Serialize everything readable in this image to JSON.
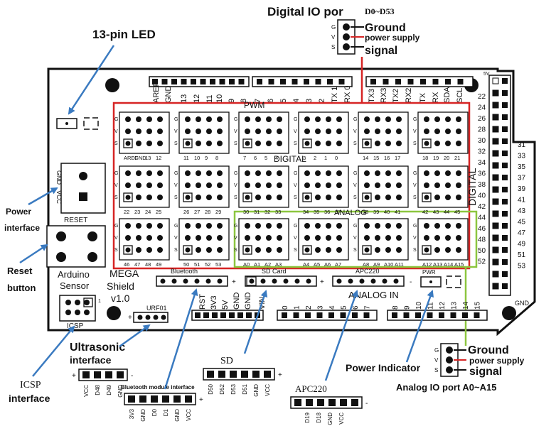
{
  "top_title": {
    "main": "Digital IO por",
    "range": "D0~D53"
  },
  "legend_top": {
    "ground": "Ground",
    "power": "power supply",
    "signal": "signal",
    "g": "G",
    "v": "V",
    "s": "S"
  },
  "legend_bottom": {
    "ground": "Ground",
    "power": "power supply",
    "signal": "signal",
    "g": "G",
    "v": "V",
    "s": "S"
  },
  "callouts": {
    "led": "13-pin LED",
    "power_interface_1": "Power",
    "power_interface_2": "interface",
    "reset_1": "Reset",
    "reset_2": "button",
    "icsp_1": "ICSP",
    "icsp_2": "interface",
    "ultrasonic_1": "Ultrasonic",
    "ultrasonic_2": "interface",
    "bluetooth_module": "Bluetooth module interface",
    "sd": "SD",
    "apc220": "APC220",
    "power_indicator": "Power Indicator",
    "analog_port": "Analog IO port A0~A15"
  },
  "board": {
    "pwm": "PWM",
    "digital": "DIGITAL",
    "digital_side": "DIGITAL",
    "analog": "ANALOG",
    "analog_in": "ANALOG IN",
    "reset": "RESET",
    "arduino_1": "Arduino",
    "arduino_2": "Sensor",
    "mega_1": "MEGA",
    "mega_2": "Shield",
    "mega_3": "v1.0",
    "bluetooth": "Bluetooth",
    "sd_card": "SD Card",
    "apc220": "APC220",
    "pwr": "PWR",
    "urf01": "URF01",
    "icsp": "ICSP",
    "gnd_left": "GND",
    "vcc_left": "VCC",
    "gnd_right": "GND",
    "five_v": "5V",
    "top_header_labels": [
      "AREF",
      "GND",
      "13",
      "12",
      "11",
      "10",
      "9",
      "8",
      "7",
      "6",
      "5",
      "4",
      "3",
      "2",
      "TX 1",
      "RX 0",
      "TX3",
      "RX3",
      "TX2",
      "RX2",
      "TX",
      "RX",
      "SDA",
      "SCL"
    ],
    "row1_labels": [
      "AREF",
      "GND",
      "13",
      "12",
      "11",
      "10",
      "9",
      "8",
      "7",
      "6",
      "5",
      "4",
      "3",
      "2",
      "1",
      "0",
      "14",
      "15",
      "16",
      "17",
      "18",
      "19",
      "20",
      "21"
    ],
    "row2_labels": [
      "22",
      "23",
      "24",
      "25",
      "26",
      "27",
      "28",
      "29",
      "30",
      "31",
      "32",
      "33",
      "34",
      "35",
      "36",
      "37",
      "38",
      "39",
      "40",
      "41",
      "42",
      "43",
      "44",
      "45"
    ],
    "row3_labels": [
      "46",
      "47",
      "48",
      "49",
      "50",
      "51",
      "52",
      "53",
      "A0",
      "A1",
      "A2",
      "A3",
      "A4",
      "A5",
      "A6",
      "A7",
      "A8",
      "A9",
      "A10",
      "A11",
      "A12",
      "A13",
      "A14",
      "A15"
    ],
    "right_col_a": [
      "22",
      "24",
      "26",
      "28",
      "30",
      "32",
      "34",
      "36",
      "38",
      "40",
      "42",
      "44",
      "46",
      "48",
      "50",
      "52"
    ],
    "right_col_b": [
      "31",
      "33",
      "35",
      "37",
      "39",
      "41",
      "43",
      "45",
      "47",
      "49",
      "51",
      "53"
    ],
    "bottom_left_labels": [
      "RST",
      "3V3",
      "5V",
      "GND",
      "GND",
      "VIN"
    ],
    "analog_bottom": [
      "0",
      "1",
      "2",
      "3",
      "4",
      "5",
      "6",
      "7",
      "8",
      "9",
      "10",
      "11",
      "12",
      "13",
      "14",
      "15"
    ]
  },
  "connectors": {
    "ultrasonic": [
      "VCC",
      "D48",
      "D49",
      "GND"
    ],
    "bluetooth": [
      "3V3",
      "GND",
      "D0",
      "D1",
      "GND",
      "VCC"
    ],
    "sd": [
      "D50",
      "D52",
      "D53",
      "D51",
      "GND",
      "VCC"
    ],
    "apc220": [
      "D19",
      "D18",
      "GND",
      "VCC"
    ],
    "plus": "+",
    "minus": "-"
  },
  "colors": {
    "red_box": "#d62424",
    "green_box": "#8cc63f",
    "arrow": "#3a7ac0",
    "board": "#ffffff",
    "outline": "#111111"
  }
}
